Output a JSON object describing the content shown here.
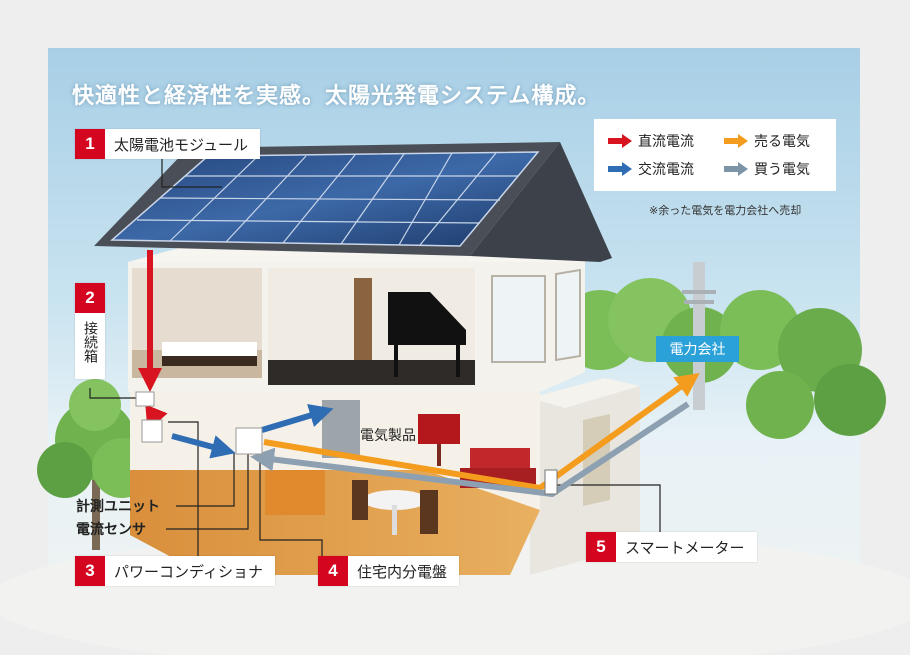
{
  "title": "快適性と経済性を実感。太陽光発電システム構成。",
  "components": [
    {
      "number": "1",
      "label": "太陽電池モジュール"
    },
    {
      "number": "2",
      "label": "接続箱"
    },
    {
      "number": "3",
      "label": "パワーコンディショナ"
    },
    {
      "number": "4",
      "label": "住宅内分電盤"
    },
    {
      "number": "5",
      "label": "スマートメーター"
    }
  ],
  "sub_labels": {
    "measuring_unit": "計測ユニット",
    "current_sensor": "電流センサ",
    "appliances": "電気製品",
    "utility": "電力会社"
  },
  "legend": [
    {
      "label": "直流電流",
      "color": "#d7141f"
    },
    {
      "label": "売る電気",
      "color": "#f39c1e"
    },
    {
      "label": "交流電流",
      "color": "#2e6db4"
    },
    {
      "label": "買う電気",
      "color": "#7d93a6"
    }
  ],
  "note": "※余った電気を電力会社へ売却"
}
